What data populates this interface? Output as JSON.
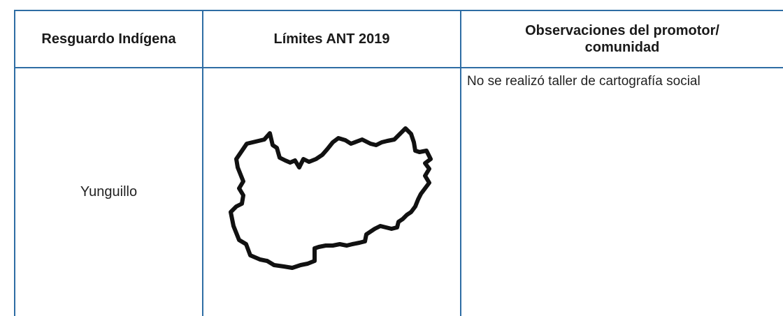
{
  "table": {
    "headers": {
      "col1": "Resguardo Indígena",
      "col2": "Límites ANT 2019",
      "col3_line1": "Observaciones del promotor/",
      "col3_line2": "comunidad"
    },
    "row": {
      "name": "Yunguillo",
      "map_icon": "territory-boundary-outline",
      "observation": "No se realizó taller de cartografía social"
    }
  },
  "colors": {
    "border": "#2e6da4",
    "outline": "#111111"
  }
}
